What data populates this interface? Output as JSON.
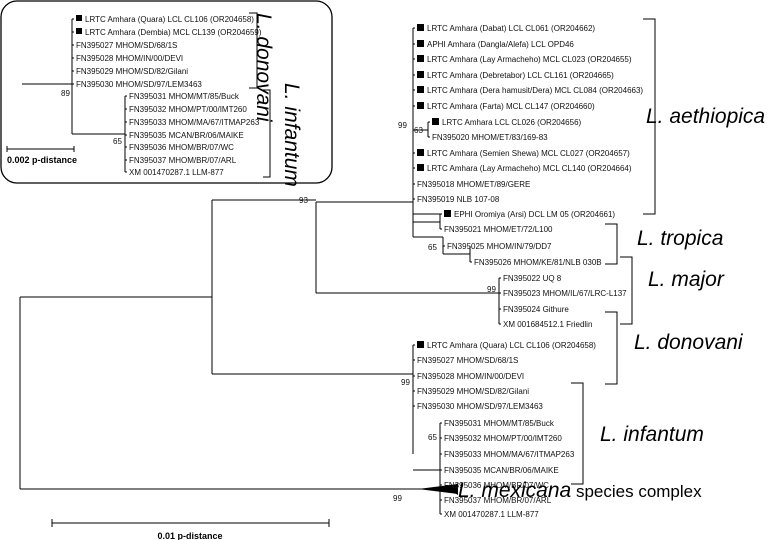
{
  "main_tree": {
    "leaves": [
      {
        "label": "LRTC Amhara (Dabat) LCL CL061 (OR204662)",
        "marked": true
      },
      {
        "label": "APHI Amhara (Dangla/Alefa) LCL OPD46",
        "marked": true
      },
      {
        "label": "LRTC Amhara (Lay Armacheho) MCL CL023 (OR204655)",
        "marked": true
      },
      {
        "label": "LRTC Amhara (Debretabor) LCL CL161 (OR204665)",
        "marked": true
      },
      {
        "label": "LRTC Amhara (Dera hamusit/Dera) MCL CL084 (OR204663)",
        "marked": true
      },
      {
        "label": "LRTC Amhara (Farta) MCL CL147 (OR204660)",
        "marked": true
      },
      {
        "label": "LRTC Amhara LCL CL026 (OR204656)",
        "marked": true
      },
      {
        "label": "FN395020 MHOM/ET/83/169-83",
        "marked": false
      },
      {
        "label": "LRTC Amhara (Semien Shewa) MCL CL027 (OR204657)",
        "marked": true
      },
      {
        "label": "LRTC Amhara (Lay Armacheho) MCL CL140 (OR204664)",
        "marked": true
      },
      {
        "label": "FN395018 MHOM/ET/89/GERE",
        "marked": false
      },
      {
        "label": "FN395019 NLB 107-08",
        "marked": false
      },
      {
        "label": "EPHI Oromiya (Arsi) DCL LM 05 (OR204661)",
        "marked": true
      },
      {
        "label": "FN395021 MHOM/ET/72/L100",
        "marked": false
      },
      {
        "label": "FN395025 MHOM/IN/79/DD7",
        "marked": false
      },
      {
        "label": "FN395026 MHOM/KE/81/NLB 030B",
        "marked": false
      },
      {
        "label": "FN395022 UQ 8",
        "marked": false
      },
      {
        "label": "FN395023 MHOM/IL/67/LRC-L137",
        "marked": false
      },
      {
        "label": "FN395024 Githure",
        "marked": false
      },
      {
        "label": "XM 001684512.1 Friedlin",
        "marked": false
      },
      {
        "label": "LRTC Amhara (Quara) LCL CL106 (OR204658)",
        "marked": true
      },
      {
        "label": "FN395027 MHOM/SD/68/1S",
        "marked": false
      },
      {
        "label": "FN395028 MHOM/IN/00/DEVI",
        "marked": false
      },
      {
        "label": "FN395029 MHOM/SD/82/Gilani",
        "marked": false
      },
      {
        "label": "FN395030 MHOM/SD/97/LEM3463",
        "marked": false
      },
      {
        "label": "FN395031 MHOM/MT/85/Buck",
        "marked": false
      },
      {
        "label": "FN395032 MHOM/PT/00/IMT260",
        "marked": false
      },
      {
        "label": "FN395033 MHOM/MA/67/ITMAP263",
        "marked": false
      },
      {
        "label": "FN395035 MCAN/BR/06/MAIKE",
        "marked": false
      },
      {
        "label": "FN395036 MHOM/BR/07/WC",
        "marked": false
      },
      {
        "label": "FN395037 MHOM/BR/07/ARL",
        "marked": false
      },
      {
        "label": "XM 001470287.1 LLM-877",
        "marked": false
      }
    ],
    "bootstrap": {
      "aethiopica_inner": "63",
      "aethiopica": "99",
      "aethiopica_tropica": "93",
      "tropica": "65",
      "major": "99",
      "donovani_infantum": "99",
      "infantum": "65",
      "mexicana": "99"
    },
    "clades": {
      "aethiopica": "L. aethiopica",
      "tropica": "L. tropica",
      "major": "L. major",
      "donovani": "L. donovani",
      "infantum": "L. infantum",
      "mexicana_italic": "L. mexicana",
      "mexicana_rest": " species complex"
    },
    "scale_label": "0.01 p-distance"
  },
  "inset_tree": {
    "leaves": [
      {
        "label": "LRTC Amhara (Quara) LCL CL106 (OR204658)",
        "marked": true
      },
      {
        "label": "LRTC Amhara (Dembia) MCL CL139 (OR204659)",
        "marked": true
      },
      {
        "label": "FN395027 MHOM/SD/68/1S",
        "marked": false
      },
      {
        "label": "FN395028 MHOM/IN/00/DEVI",
        "marked": false
      },
      {
        "label": "FN395029 MHOM/SD/82/Gilani",
        "marked": false
      },
      {
        "label": "FN395030 MHOM/SD/97/LEM3463",
        "marked": false
      },
      {
        "label": "FN395031 MHOM/MT/85/Buck",
        "marked": false
      },
      {
        "label": "FN395032 MHOM/PT/00/IMT260",
        "marked": false
      },
      {
        "label": "FN395033 MHOM/MA/67/ITMAP263",
        "marked": false
      },
      {
        "label": "FN395035 MCAN/BR/06/MAIKE",
        "marked": false
      },
      {
        "label": "FN395036 MHOM/BR/07/WC",
        "marked": false
      },
      {
        "label": "FN395037 MHOM/BR/07/ARL",
        "marked": false
      },
      {
        "label": "XM 001470287.1 LLM-877",
        "marked": false
      }
    ],
    "bootstrap": {
      "donovani": "89",
      "infantum": "65"
    },
    "clades": {
      "donovani": "L. donovani",
      "infantum": "L. infantum"
    },
    "scale_label": "0.002 p-distance"
  }
}
